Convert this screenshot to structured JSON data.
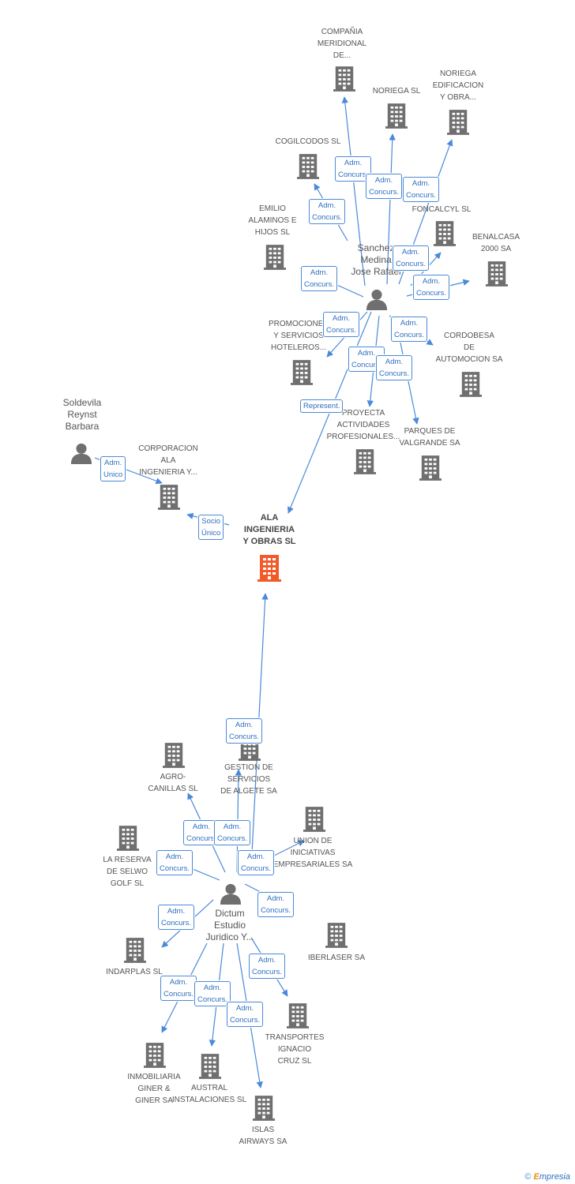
{
  "colors": {
    "edge": "#4a8ad8",
    "building": "#6f6f6f",
    "building_main": "#f25a27",
    "person": "#6f6f6f",
    "badge_text": "#2f6fbf"
  },
  "main_company": {
    "name": "ALA\nINGENIERIA\nY OBRAS SL",
    "icon": "building-icon"
  },
  "persons": [
    {
      "id": "sanchez",
      "name": "Sanchez\nMedina\nJose Rafael",
      "icon": "person-icon"
    },
    {
      "id": "soldevila",
      "name": "Soldevila\nReynst\nBarbara",
      "icon": "person-icon"
    },
    {
      "id": "dictum",
      "name": "Dictum\nEstudio\nJuridico Y...",
      "icon": "person-icon"
    }
  ],
  "companies": [
    {
      "id": "compania",
      "name": "COMPAÑIA\nMERIDIONAL\nDE..."
    },
    {
      "id": "noriega",
      "name": "NORIEGA SL"
    },
    {
      "id": "noriega_ed",
      "name": "NORIEGA\nEDIFICACION\nY OBRA..."
    },
    {
      "id": "cogilcodos",
      "name": "COGILCODOS SL"
    },
    {
      "id": "foncalcyl",
      "name": "FONCALCYL SL"
    },
    {
      "id": "emilio",
      "name": "EMILIO\nALAMINOS E\nHIJOS SL"
    },
    {
      "id": "benalcasa",
      "name": "BENALCASA\n2000 SA"
    },
    {
      "id": "promociones",
      "name": "PROMOCIONES\nY SERVICIOS\nHOTELEROS..."
    },
    {
      "id": "cordobesa",
      "name": "CORDOBESA\nDE\nAUTOMOCION SA"
    },
    {
      "id": "proyecta",
      "name": "PROYECTA\nACTIVIDADES\nPROFESIONALES..."
    },
    {
      "id": "parques",
      "name": "PARQUES DE\nVALGRANDE SA"
    },
    {
      "id": "corporacion",
      "name": "CORPORACION\nALA\nINGENIERIA Y..."
    },
    {
      "id": "gestion",
      "name": "GESTION DE\nSERVICIOS\nDE ALGETE SA"
    },
    {
      "id": "agro",
      "name": "AGRO-\nCANILLAS SL"
    },
    {
      "id": "union",
      "name": "UNION DE\nINICIATIVAS\nEMPRESARIALES SA"
    },
    {
      "id": "lareserva",
      "name": "LA RESERVA\nDE SELWO\nGOLF SL"
    },
    {
      "id": "iberlaser",
      "name": "IBERLASER SA"
    },
    {
      "id": "indarplas",
      "name": "INDARPLAS SL"
    },
    {
      "id": "transportes",
      "name": "TRANSPORTES\nIGNACIO\nCRUZ SL"
    },
    {
      "id": "inmobiliaria",
      "name": "INMOBILIARIA\nGINER &\nGINER SA"
    },
    {
      "id": "austral",
      "name": "AUSTRAL\nINSTALACIONES SL"
    },
    {
      "id": "islas",
      "name": "ISLAS\nAIRWAYS SA"
    }
  ],
  "edge_labels": {
    "adm_concurs": "Adm.\nConcurs.",
    "adm_unico": "Adm.\nUnico",
    "socio_unico": "Socio\nÚnico",
    "represent": "Represent."
  },
  "footer": {
    "copyright": "©",
    "brand_e": "E",
    "brand_rest": "mpresia"
  }
}
